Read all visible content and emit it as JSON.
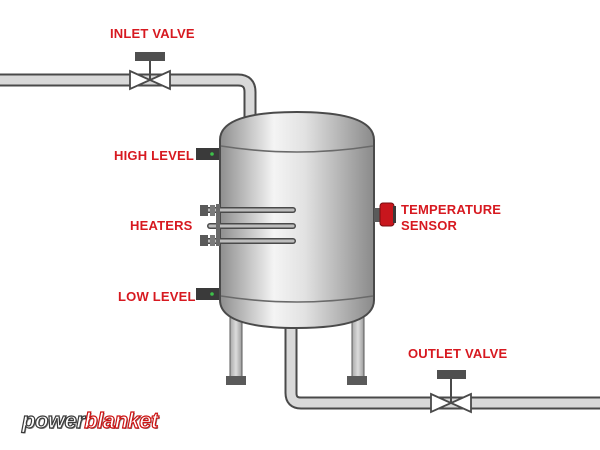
{
  "labels": {
    "inlet_valve": "INLET VALVE",
    "high_level": "HIGH LEVEL",
    "heaters": "HEATERS",
    "low_level": "LOW LEVEL",
    "temperature_sensor_line1": "TEMPERATURE",
    "temperature_sensor_line2": "SENSOR",
    "outlet_valve": "OUTLET VALVE"
  },
  "logo": {
    "part1": "power",
    "part2": "blanket"
  },
  "colors": {
    "label_red": "#d71920",
    "pipe_fill": "#d9d9d9",
    "pipe_stroke": "#4a4a4a",
    "tank_dark": "#9a9a9a",
    "tank_light": "#f2f2f2",
    "sensor_red": "#c8161d",
    "indicator_green": "#3ec24a"
  }
}
